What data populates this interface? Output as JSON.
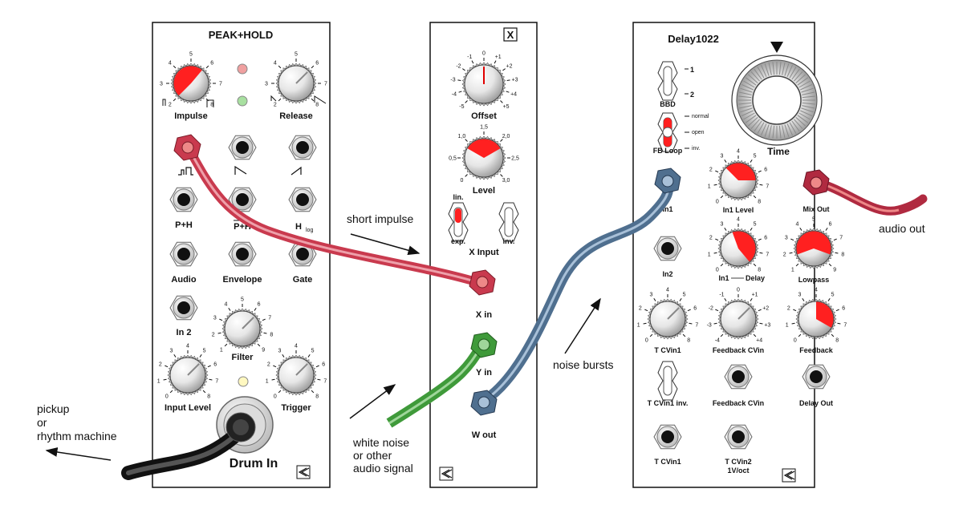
{
  "modules": {
    "peak_hold": {
      "title": "PEAK+HOLD",
      "labels": {
        "impulse": "Impulse",
        "release": "Release",
        "ph": "P+H",
        "ph_inv": "P+H",
        "hlog": "H",
        "hlog_sub": "log",
        "audio": "Audio",
        "envelope": "Envelope",
        "gate": "Gate",
        "in2": "In 2",
        "filter": "Filter",
        "input_level": "Input Level",
        "trigger": "Trigger",
        "drum_in": "Drum In"
      }
    },
    "x_module": {
      "title": "X",
      "labels": {
        "offset": "Offset",
        "level": "Level",
        "lin": "lin.",
        "exp": "exp.",
        "inv": "inv.",
        "x_input": "X Input",
        "x_in": "X in",
        "y_in": "Y in",
        "w_out": "W out"
      },
      "offset_scale": [
        "-5",
        "-4",
        "-3",
        "-2",
        "-1",
        "0",
        "+1",
        "+2",
        "+3",
        "+4",
        "+5"
      ],
      "level_scale": [
        "0",
        "0,5",
        "1,0",
        "1,5",
        "2,0",
        "2,5",
        "3,0"
      ]
    },
    "delay": {
      "title": "Delay1022",
      "labels": {
        "bbd": "BBD",
        "bbd_1": "1",
        "bbd_2": "2",
        "fb_normal": "normal",
        "fb_open": "open",
        "fb_inv": "inv.",
        "fb_loop": "FB Loop",
        "time": "Time",
        "in1": "In1",
        "in1_level": "In1 Level",
        "mix_out": "Mix Out",
        "in2": "In2",
        "in1_delay_a": "In1",
        "in1_delay_b": "Delay",
        "lowpass": "Lowpass",
        "t_cvin1": "T CVin1",
        "feedback_cvin": "Feedback CVin",
        "feedback": "Feedback",
        "t_cvin1_inv": "T CVin1 inv.",
        "feedback_cvin_jack": "Feedback CVin",
        "delay_out": "Delay Out",
        "t_cvin1_jack": "T CVin1",
        "t_cvin2": "T CVin2",
        "t_cvin2_sub": "1V/oct"
      }
    }
  },
  "annotations": {
    "short_impulse": "short impulse",
    "noise_bursts": "noise bursts",
    "audio_out": "audio out",
    "pickup": [
      "pickup",
      "or",
      "rhythm machine"
    ],
    "white_noise": [
      "white noise",
      "or other",
      "audio signal"
    ]
  },
  "colors": {
    "red_cable": "#c93a4e",
    "blue_cable": "#4f6f8f",
    "green_cable": "#3f9a3a",
    "black_cable": "#222222",
    "knob_red": "#ff2020",
    "led_red": "#f0a0a0",
    "led_green": "#a8e0a0",
    "led_yellow": "#fff8c0"
  }
}
